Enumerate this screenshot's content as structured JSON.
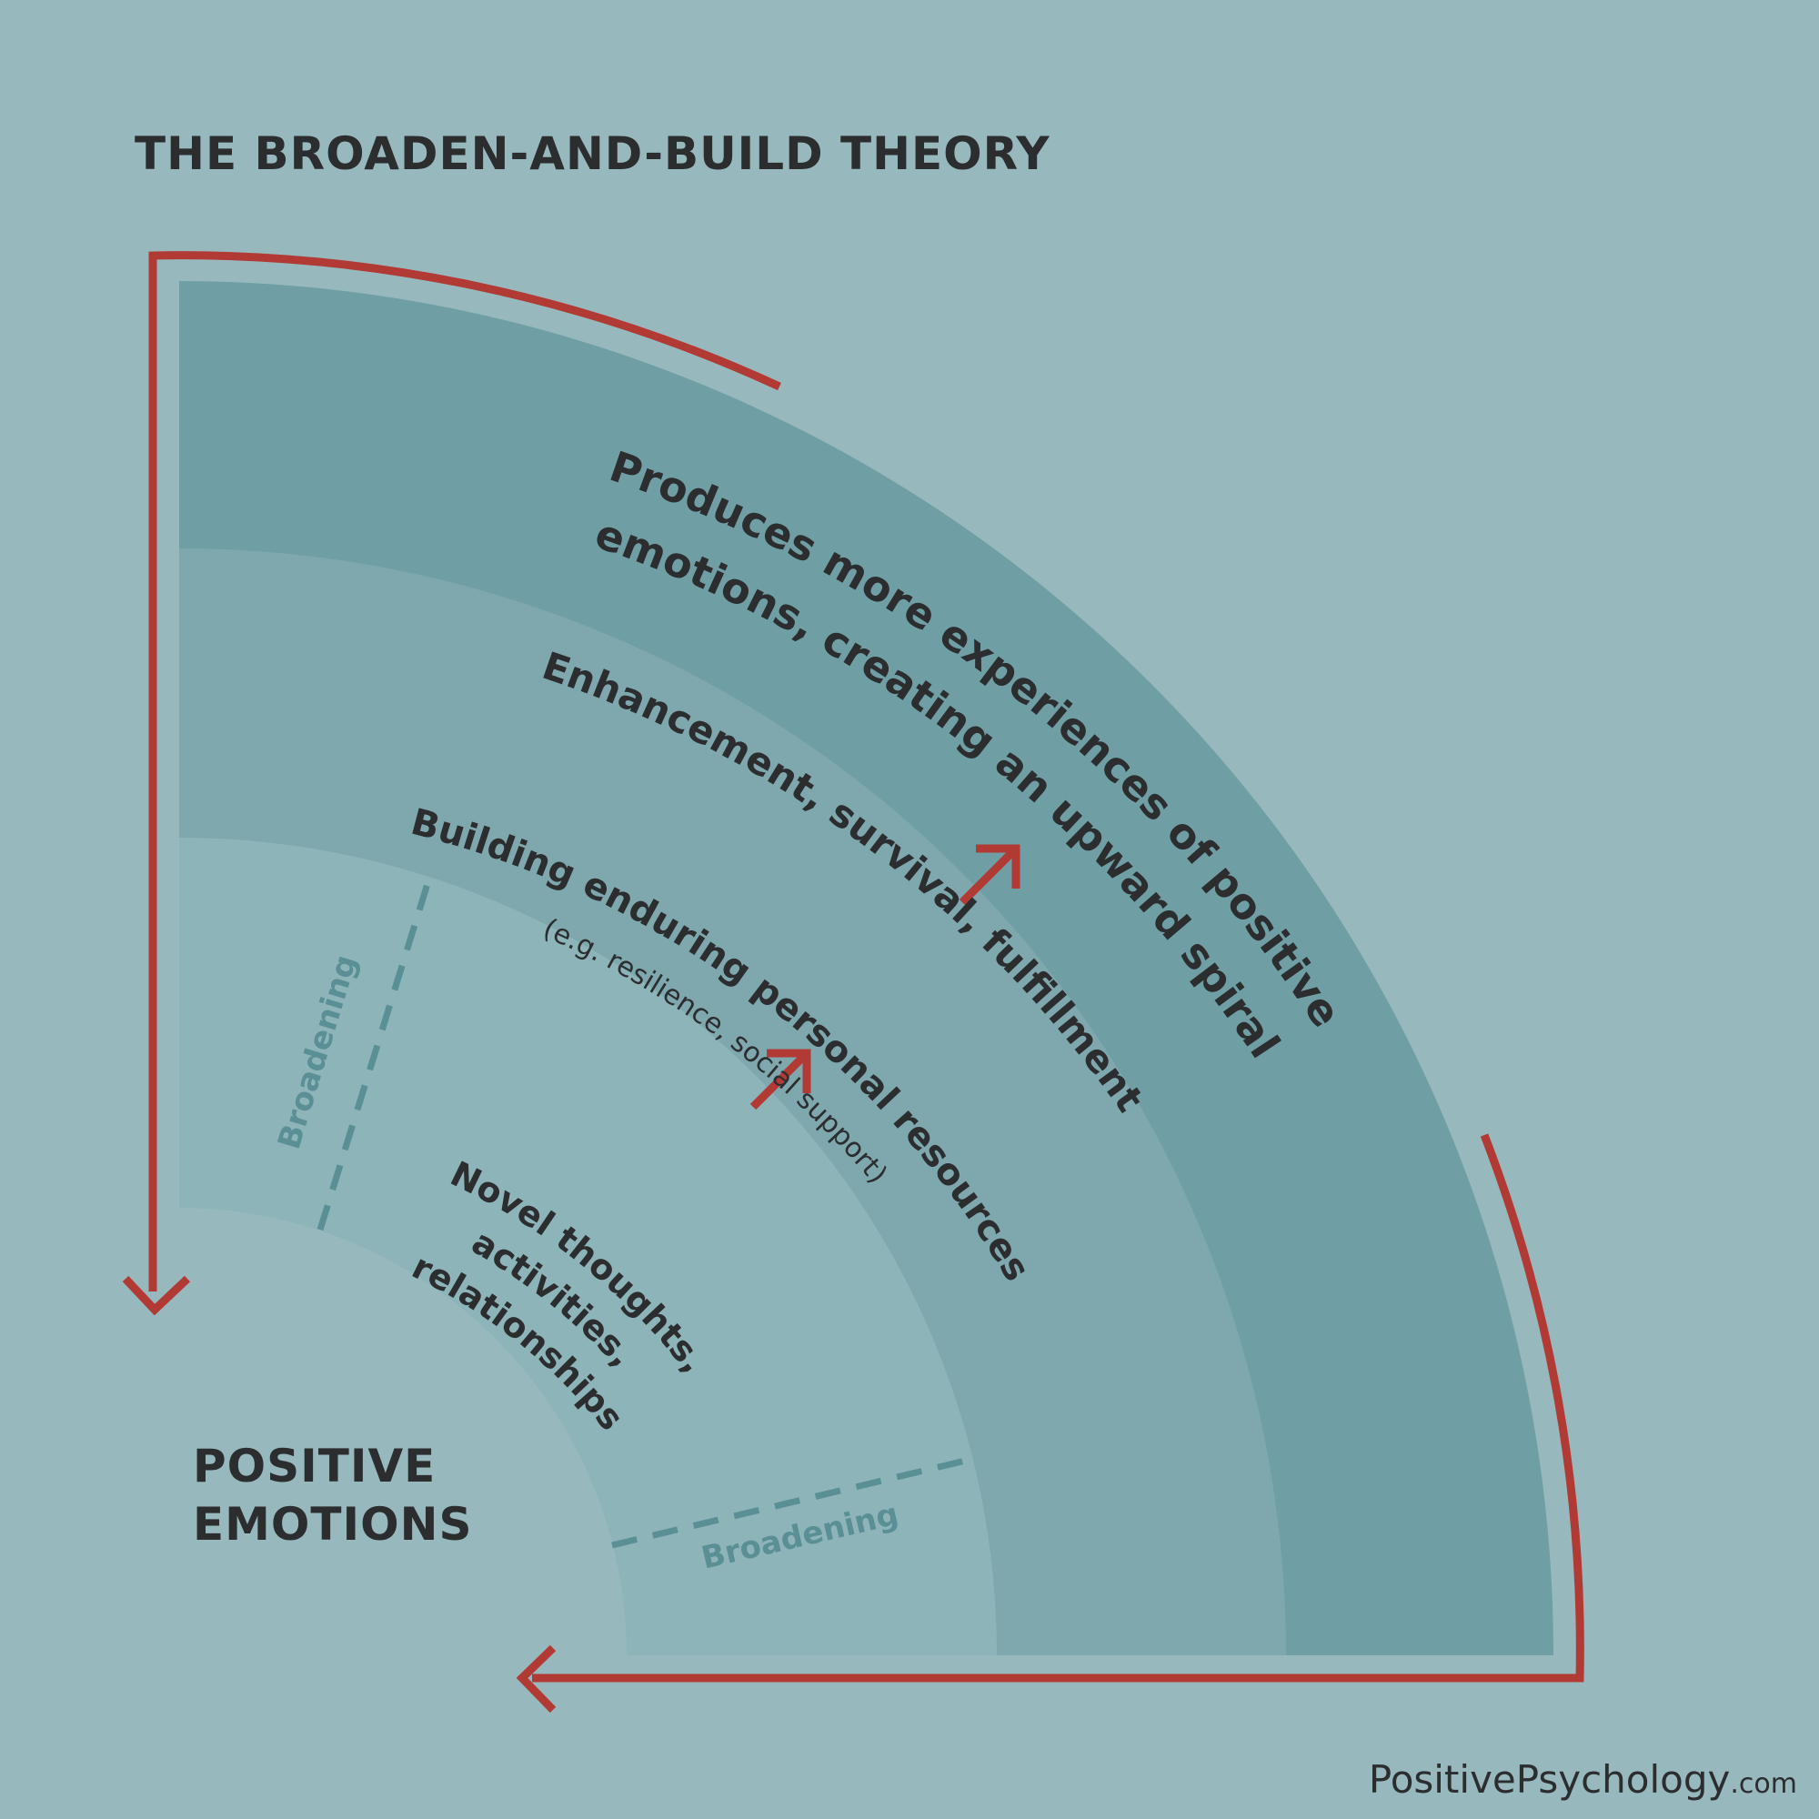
{
  "title": "THE BROADEN-AND-BUILD THEORY",
  "core": {
    "line1": "POSITIVE",
    "line2": "EMOTIONS"
  },
  "outer_text": {
    "line1": "Produces more experiences of positive",
    "line2": "emotions, creating an upward spiral"
  },
  "band3_text": "Enhancement, survival, fulfillment",
  "band2_text": {
    "main": "Building enduring personal resources",
    "sub": "(e.g. resilience, social support)"
  },
  "band1_text": {
    "line1": "Novel thoughts,",
    "line2": "activities,",
    "line3": "relationships"
  },
  "broadening_left": "Broadening",
  "broadening_bottom": "Broadening",
  "brand": {
    "name": "PositivePsychology",
    "domain": ".com"
  },
  "colors": {
    "background": "#97b9bd",
    "core": "#97b9bd",
    "band1": "#8db4b9",
    "band2": "#7ea8ae",
    "band3": "#6f9fa5",
    "arrow": "#b23a35",
    "dash": "#5a8f96",
    "text": "#2b2d2f"
  }
}
